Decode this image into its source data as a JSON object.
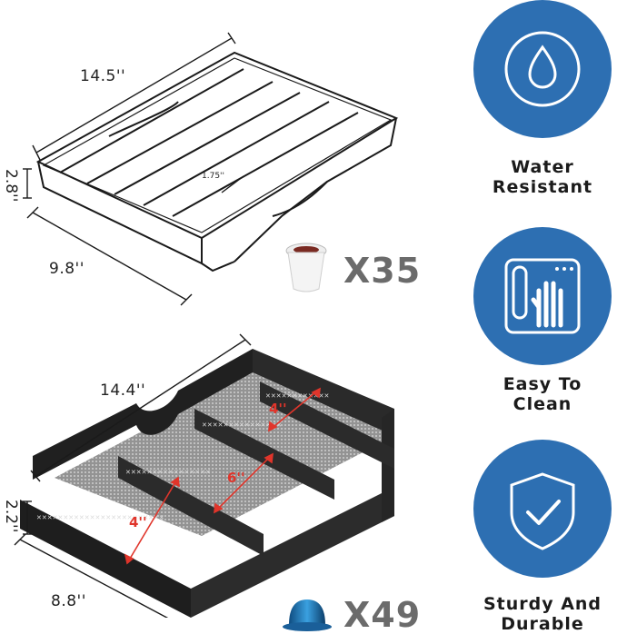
{
  "rack": {
    "width": "14.5''",
    "depth": "9.8''",
    "height": "2.8''",
    "slot": "1.75''",
    "count": "X35"
  },
  "drawer": {
    "width": "14.4''",
    "depth": "8.8''",
    "height": "2.2''",
    "slot_a": "4''",
    "slot_b": "6''",
    "slot_c": "4''",
    "count": "X49"
  },
  "features": [
    {
      "line1": "Water",
      "line2": "Resistant",
      "icon": "water-drop-icon"
    },
    {
      "line1": "Easy To",
      "line2": "Clean",
      "icon": "wipe-hand-icon"
    },
    {
      "line1": "Sturdy And",
      "line2": "Durable",
      "icon": "shield-check-icon"
    }
  ],
  "colors": {
    "accent": "#2d6fb2",
    "measure": "#e0352b",
    "count_text": "#6b6b6b"
  }
}
